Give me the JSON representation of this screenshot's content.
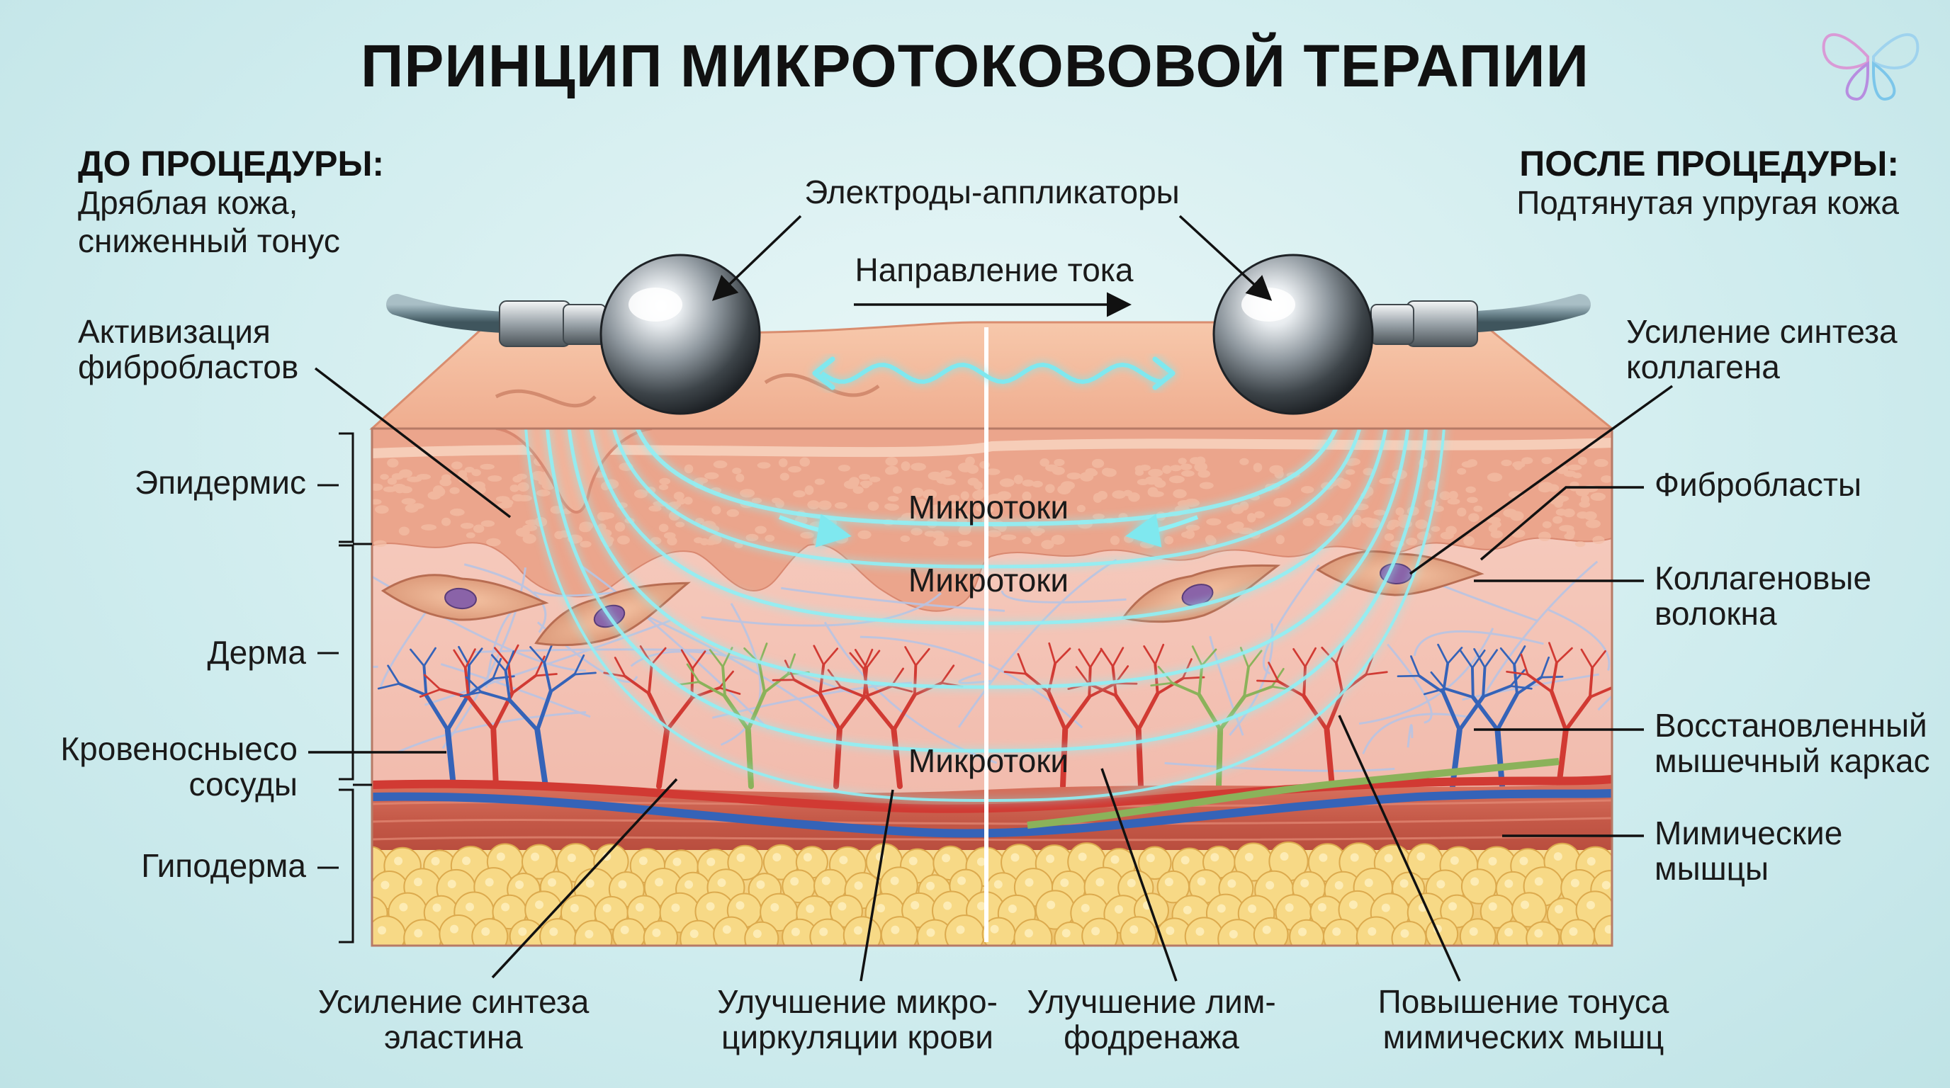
{
  "title": "ПРИНЦИП МИКРОТОКОВОВОЙ ТЕРАПИИ",
  "before": {
    "heading": "ДО ПРОЦЕДУРЫ:",
    "line1": "Дряблая кожа,",
    "line2": "сниженный тонус"
  },
  "after": {
    "heading": "ПОСЛЕ ПРОЦЕДУРЫ:",
    "line1": "Подтянутая упругая кожа"
  },
  "top_labels": {
    "electrodes": "Электроды-аппликаторы",
    "direction": "Направление тока"
  },
  "microcurrents": [
    "Микротоки",
    "Микротоки",
    "Микротоки"
  ],
  "left_labels": {
    "fibroblast_activation": [
      "Активизация",
      "фибробластов"
    ],
    "epidermis": "Эпидермис",
    "dermis": "Дерма",
    "vessels": [
      "Кровеносныесо",
      "сосуды"
    ],
    "hypodermis": "Гиподерма"
  },
  "right_labels": {
    "collagen_synthesis": [
      "Усиление синтеза",
      "коллагена"
    ],
    "fibroblasts": "Фибробласты",
    "collagen_fibers": [
      "Коллагеновые",
      "волокна"
    ],
    "muscle_frame": [
      "Восстановленный",
      "мышечный каркас"
    ],
    "mimic_muscles": [
      "Мимические",
      "мышцы"
    ]
  },
  "bottom_labels": {
    "elastin": [
      "Усиление синтеза",
      "эластина"
    ],
    "microcirculation": [
      "Улучшение микро-",
      "циркуляции крови"
    ],
    "lymph": [
      "Улучшение лим-",
      "фодренажа"
    ],
    "muscle_tone": [
      "Повышение тонуса",
      "мимических мышц"
    ]
  },
  "colors": {
    "background": "#cfecee",
    "skin_surface": "#f2b79a",
    "epidermis": "#e9a88e",
    "dermis": "#f4c3b4",
    "muscle": "#c8604e",
    "fat": "#f1cf7a",
    "current": "#7fe8ef",
    "artery": "#d13a33",
    "vein": "#3563b8",
    "lymph": "#8bb25a"
  },
  "icons": [
    "electrode-ball-icon",
    "butterfly-logo-icon"
  ]
}
